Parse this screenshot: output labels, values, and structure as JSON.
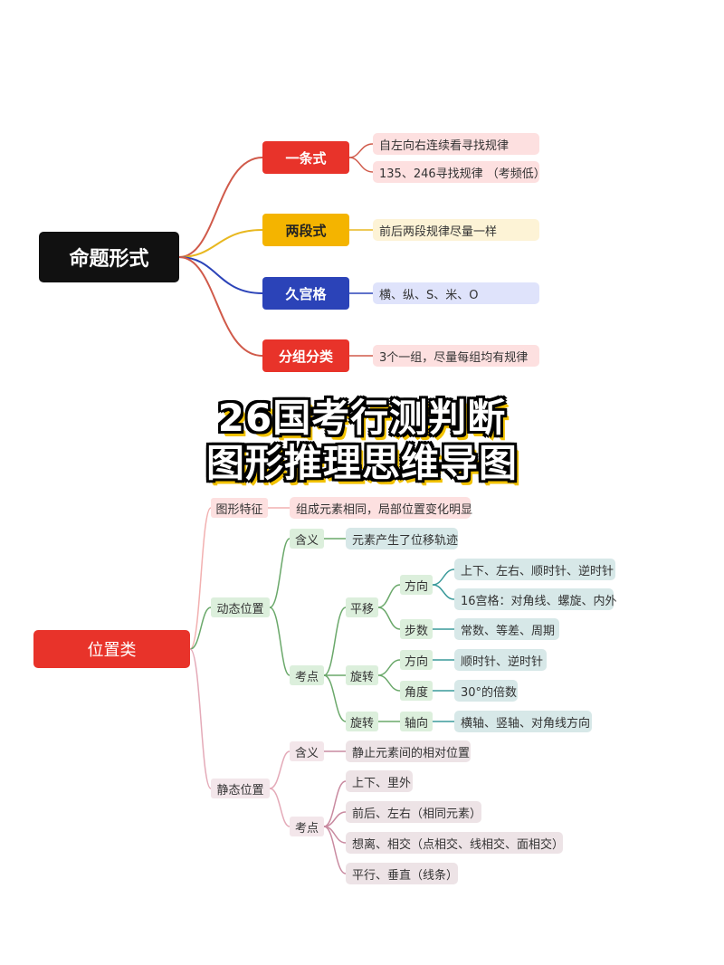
{
  "title": {
    "line1": "26国考行测判断",
    "line2": "图形推理思维导图"
  },
  "colors": {
    "red": "#e8332a",
    "yellow": "#f4b400",
    "blue": "#2b43b8",
    "black": "#111111",
    "pink_leaf": "#fde0e0",
    "yellow_leaf": "#fdf3d6",
    "blue_leaf": "#dfe3fb",
    "green_node": "#dcefdc",
    "teal_leaf": "#d7e8e8",
    "mauve_node": "#f3e6ea"
  },
  "map1": {
    "root": "命题形式",
    "branches": [
      {
        "label": "一条式",
        "leaves": [
          "自左向右连续看寻找规律",
          "135、246寻找规律 （考频低）"
        ]
      },
      {
        "label": "两段式",
        "leaves": [
          "前后两段规律尽量一样"
        ]
      },
      {
        "label": "久宫格",
        "leaves": [
          "横、纵、S、米、O"
        ]
      },
      {
        "label": "分组分类",
        "leaves": [
          "3个一组，尽量每组均有规律"
        ]
      }
    ]
  },
  "map2": {
    "root": "位置类",
    "feature": {
      "label": "图形特征",
      "leaf": "组成元素相同，局部位置变化明显"
    },
    "dynamic": {
      "label": "动态位置",
      "meaning": {
        "label": "含义",
        "leaf": "元素产生了位移轨迹"
      },
      "points": {
        "label": "考点",
        "translate": {
          "label": "平移",
          "direction": {
            "label": "方向",
            "leaves": [
              "上下、左右、顺时针、逆时针",
              "16宫格：对角线、螺旋、内外"
            ]
          },
          "steps": {
            "label": "步数",
            "leaf": "常数、等差、周期"
          }
        },
        "rotate": {
          "label": "旋转",
          "direction": {
            "label": "方向",
            "leaf": "顺时针、逆时针"
          },
          "angle": {
            "label": "角度",
            "leaf": "30°的倍数"
          }
        },
        "flip": {
          "label": "旋转",
          "axis": {
            "label": "轴向",
            "leaf": "横轴、竖轴、对角线方向"
          }
        }
      }
    },
    "static": {
      "label": "静态位置",
      "meaning": {
        "label": "含义",
        "leaf": "静止元素间的相对位置"
      },
      "points": {
        "label": "考点",
        "leaves": [
          "上下、里外",
          "前后、左右（相同元素）",
          "想离、相交（点相交、线相交、面相交）",
          "平行、垂直（线条）"
        ]
      }
    }
  }
}
